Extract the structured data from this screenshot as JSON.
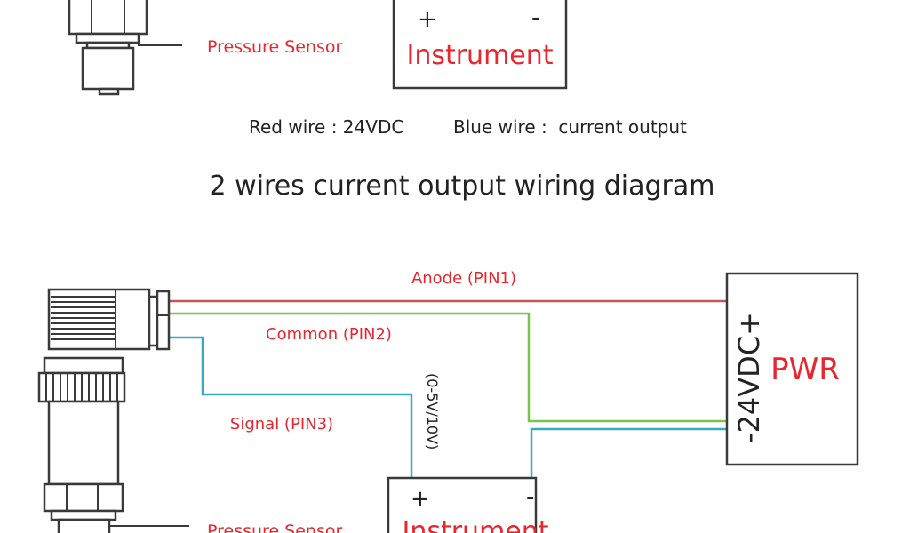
{
  "colors": {
    "label_red": "#e8262e",
    "wire_red": "#c9535d",
    "wire_green": "#7cc24f",
    "wire_blue": "#3aa9c2",
    "outline": "#3a3a3a"
  },
  "top": {
    "sensor_label": "Pressure Sensor",
    "instrument": {
      "plus": "+",
      "minus": "-",
      "label": "Instrument"
    },
    "legend_red": "Red wire : 24VDC",
    "legend_blue": "Blue wire :  current output"
  },
  "title": "2 wires current output wiring diagram",
  "bottom": {
    "anode_label": "Anode (PIN1)",
    "common_label": "Common (PIN2)",
    "signal_label": "Signal (PIN3)",
    "signal_range": "(0-5V/10V)",
    "power": {
      "voltage": "-24VDC+",
      "label": "PWR"
    },
    "instrument": {
      "plus": "+",
      "minus": "-",
      "label": "Instrument"
    },
    "sensor_label": "Pressure Sensor"
  }
}
